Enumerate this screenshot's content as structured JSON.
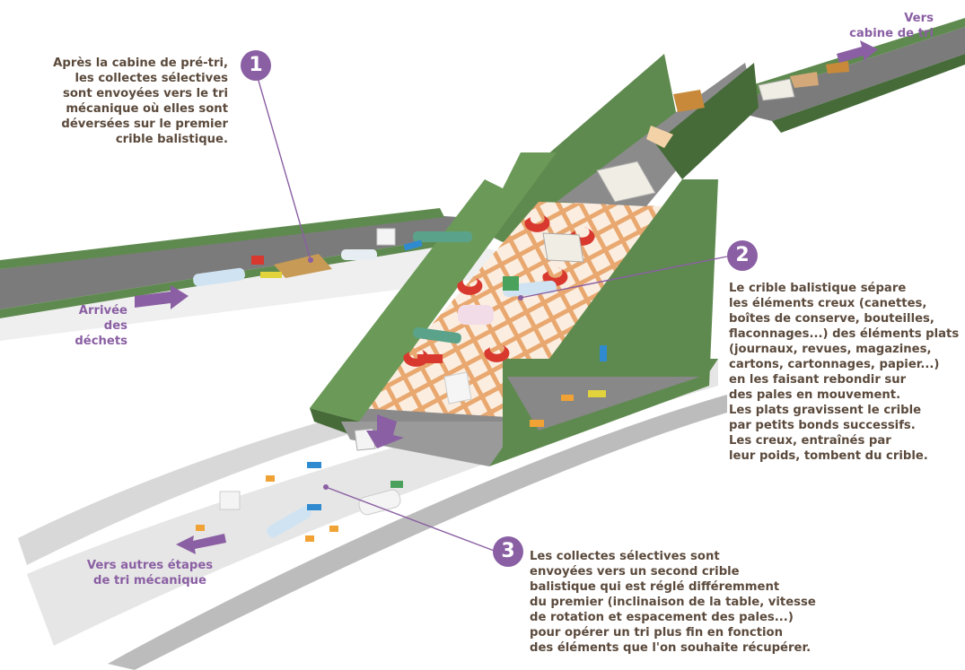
{
  "labels": {
    "to_sort_cabin": "Vers\ncabine de tri",
    "waste_arrival": "Arrivée\ndes déchets",
    "to_other_stages": "Vers autres étapes\nde tri mécanique"
  },
  "steps": [
    {
      "number": "1",
      "text": "Après la cabine de pré-tri,\nles collectes sélectives\nsont envoyées vers le tri\nmécanique où elles sont\ndéversées sur le premier\ncrible balistique."
    },
    {
      "number": "2",
      "text": "Le crible balistique sépare\nles éléments creux (canettes,\nboîtes de conserve, bouteilles,\nflaconnages...) des éléments plats\n(journaux, revues, magazines,\ncartons, cartonnages, papier...)\nen les faisant rebondir sur\ndes pales en mouvement.\nLes plats gravissent le crible\npar petits bonds successifs.\nLes creux, entraînés par\nleur poids, tombent du crible."
    },
    {
      "number": "3",
      "text": "Les collectes sélectives sont\nenvoyées vers un second crible\nbalistique qui est réglé différemment\ndu premier (inclinaison de la table, vitesse\nde rotation et espacement des pales...)\npour opérer un tri plus fin en fonction\ndes éléments que l'on souhaite récupérer."
    }
  ],
  "colors": {
    "machine_green": "#5f8a4f",
    "machine_dark": "#466b39",
    "accent_purple": "#8a5fa3",
    "text_brown": "#5b4a3c",
    "grid_orange": "#e9a870",
    "paddle_red": "#d8382e"
  }
}
